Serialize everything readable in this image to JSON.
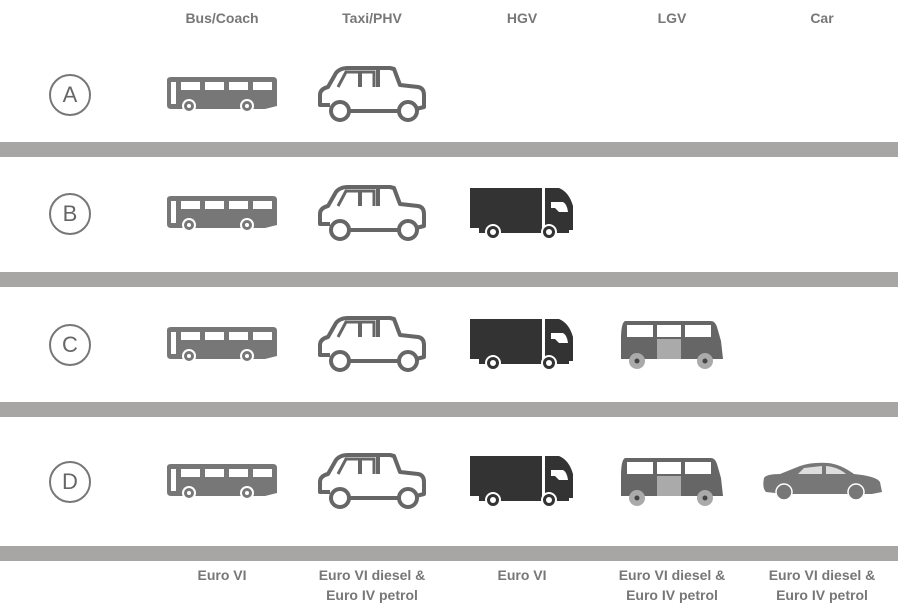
{
  "columns": [
    {
      "key": "bus",
      "header": "Bus/Coach",
      "standard": [
        "Euro VI"
      ]
    },
    {
      "key": "taxi",
      "header": "Taxi/PHV",
      "standard": [
        "Euro VI diesel &",
        "Euro IV petrol"
      ]
    },
    {
      "key": "hgv",
      "header": "HGV",
      "standard": [
        "Euro VI"
      ]
    },
    {
      "key": "lgv",
      "header": "LGV",
      "standard": [
        "Euro VI diesel &",
        "Euro IV petrol"
      ]
    },
    {
      "key": "car",
      "header": "Car",
      "standard": [
        "Euro VI diesel &",
        "Euro IV petrol"
      ]
    }
  ],
  "rows": [
    {
      "label": "A",
      "vehicles": [
        "bus",
        "taxi"
      ]
    },
    {
      "label": "B",
      "vehicles": [
        "bus",
        "taxi",
        "hgv"
      ]
    },
    {
      "label": "C",
      "vehicles": [
        "bus",
        "taxi",
        "hgv",
        "lgv"
      ]
    },
    {
      "label": "D",
      "vehicles": [
        "bus",
        "taxi",
        "hgv",
        "lgv",
        "car"
      ]
    }
  ],
  "colors": {
    "divider": "#a8a6a4",
    "text": "#777777",
    "bus": "#777777",
    "taxi": "#666666",
    "hgv": "#333333",
    "lgv": "#666666",
    "car": "#777777"
  }
}
